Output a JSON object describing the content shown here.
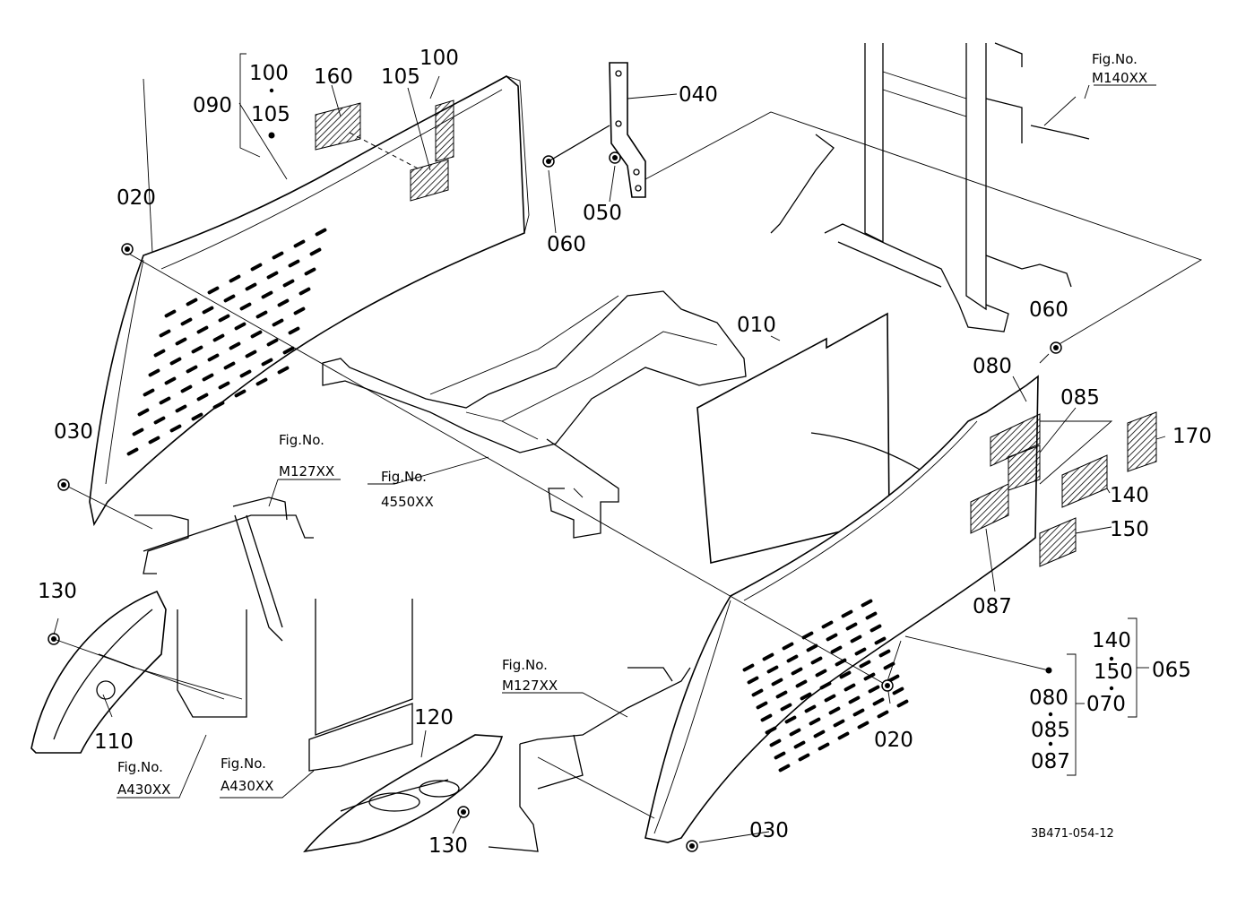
{
  "parts": {
    "p010": "010",
    "p020a": "020",
    "p020b": "020",
    "p030a": "030",
    "p030b": "030",
    "p040": "040",
    "p050": "050",
    "p060a": "060",
    "p060b": "060",
    "p065": "065",
    "p070": "070",
    "p080a": "080",
    "p080b": "080",
    "p085a": "085",
    "p085b": "085",
    "p087a": "087",
    "p087b": "087",
    "p090": "090",
    "p100a": "100",
    "p100b": "100",
    "p105a": "105",
    "p105b": "105",
    "p110": "110",
    "p120": "120",
    "p130a": "130",
    "p130b": "130",
    "p140a": "140",
    "p140b": "140",
    "p150a": "150",
    "p150b": "150",
    "p160": "160",
    "p170": "170"
  },
  "figrefs": {
    "fig_label": "Fig.No.",
    "m140": "M140XX",
    "m127a": "M127XX",
    "m127b": "M127XX",
    "f4550": "4550XX",
    "a430a": "A430XX",
    "a430b": "A430XX"
  },
  "drawing_code": "3B471-054-12"
}
